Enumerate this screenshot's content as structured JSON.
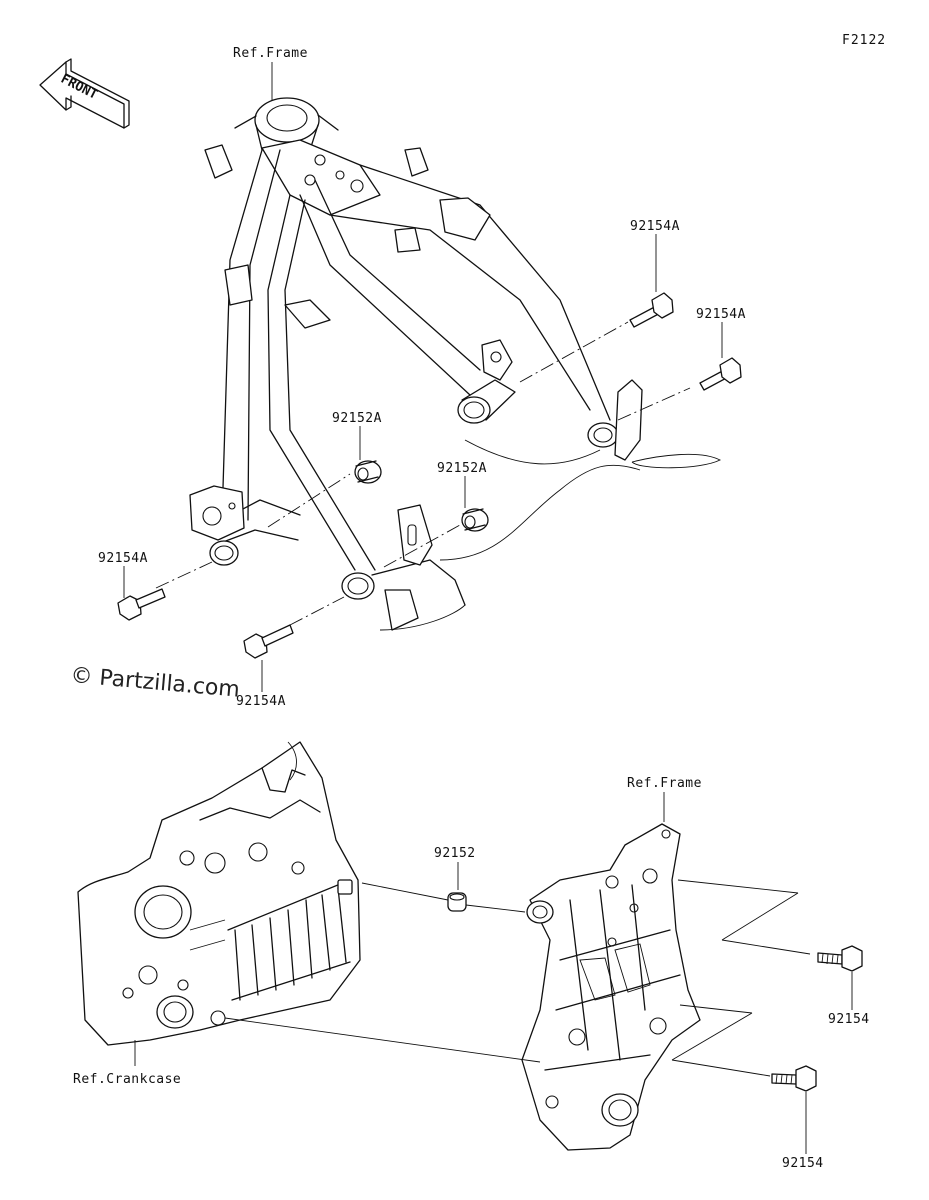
{
  "figure": {
    "number": "F2122"
  },
  "front_arrow": {
    "label": "FRONT"
  },
  "watermark": {
    "text": "© Partzilla.com"
  },
  "references": {
    "frame_top": "Ref.Frame",
    "frame_bottom": "Ref.Frame",
    "crankcase": "Ref.Crankcase"
  },
  "parts": [
    {
      "id": "p1",
      "number": "92154A"
    },
    {
      "id": "p2",
      "number": "92154A"
    },
    {
      "id": "p3",
      "number": "92152A"
    },
    {
      "id": "p4",
      "number": "92152A"
    },
    {
      "id": "p5",
      "number": "92154A"
    },
    {
      "id": "p6",
      "number": "92154A"
    },
    {
      "id": "p7",
      "number": "92152"
    },
    {
      "id": "p8",
      "number": "92154"
    },
    {
      "id": "p9",
      "number": "92154"
    }
  ]
}
